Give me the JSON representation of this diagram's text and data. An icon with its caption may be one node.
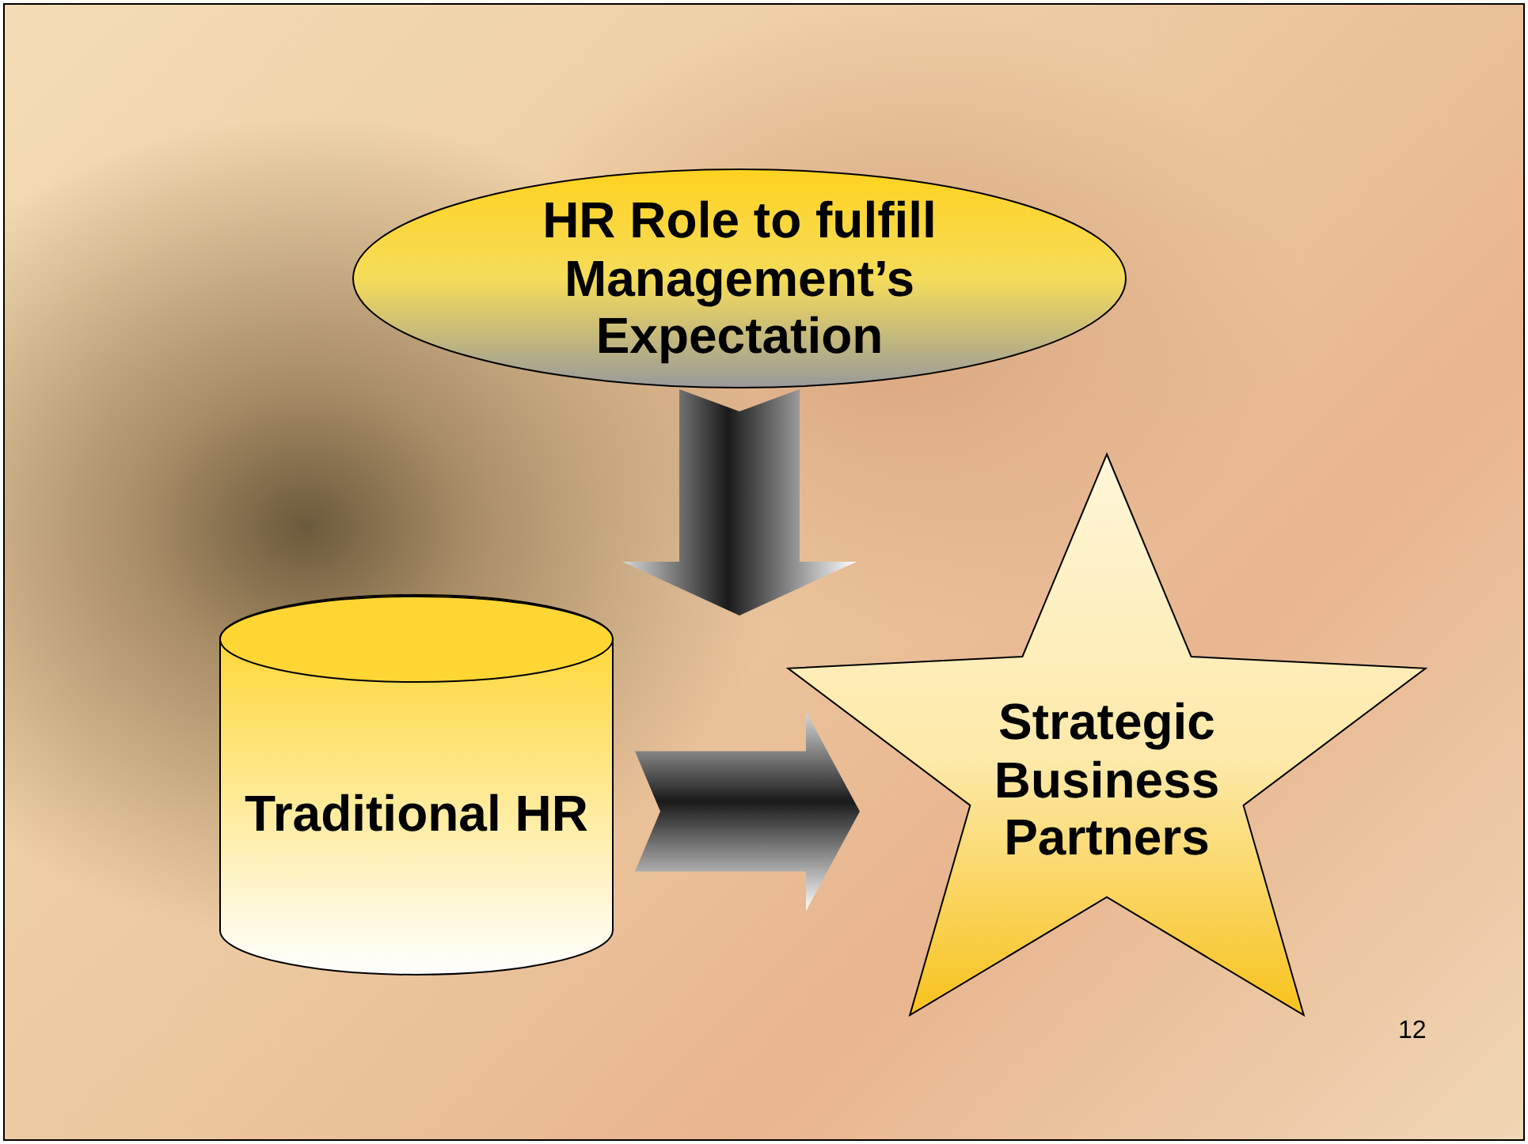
{
  "diagram": {
    "nodes": [
      {
        "text": [
          "HR Role to fulfill Management’s Expectation"
        ]
      },
      {
        "text": [
          "Traditional HR"
        ]
      },
      {
        "text": [
          "Strategic Business Partners"
        ]
      }
    ],
    "edges": [
      {
        "from": 0,
        "to": null,
        "arrow": "to"
      },
      {
        "from": 1,
        "to": 2,
        "arrow": "to"
      }
    ],
    "labels": [
      "12"
    ]
  }
}
